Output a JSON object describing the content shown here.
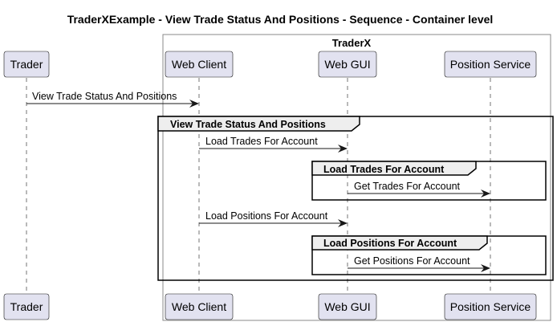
{
  "title": "TraderXExample - View Trade Status And Positions - Sequence - Container level",
  "boundary": {
    "label": "TraderX"
  },
  "participants": [
    {
      "id": "trader",
      "label": "Trader"
    },
    {
      "id": "webclient",
      "label": "Web Client"
    },
    {
      "id": "webgui",
      "label": "Web GUI"
    },
    {
      "id": "positionservice",
      "label": "Position Service"
    }
  ],
  "messages": [
    {
      "from": "trader",
      "to": "webclient",
      "label": "View Trade Status And Positions"
    },
    {
      "from": "webclient",
      "to": "webgui",
      "label": "Load Trades For Account"
    },
    {
      "from": "webgui",
      "to": "positionservice",
      "label": "Get Trades For Account"
    },
    {
      "from": "webclient",
      "to": "webgui",
      "label": "Load Positions For Account"
    },
    {
      "from": "webgui",
      "to": "positionservice",
      "label": "Get Positions For Account"
    }
  ],
  "fragments": [
    {
      "label": "View Trade Status And Positions"
    },
    {
      "label": "Load Trades For Account"
    },
    {
      "label": "Load Positions For Account"
    }
  ],
  "colors": {
    "participant_fill": "#E2E2F0",
    "participant_stroke": "#181818",
    "fragment_header_fill": "#EEEEEE",
    "boundary_stroke": "#888888",
    "lifeline": "#181818"
  }
}
